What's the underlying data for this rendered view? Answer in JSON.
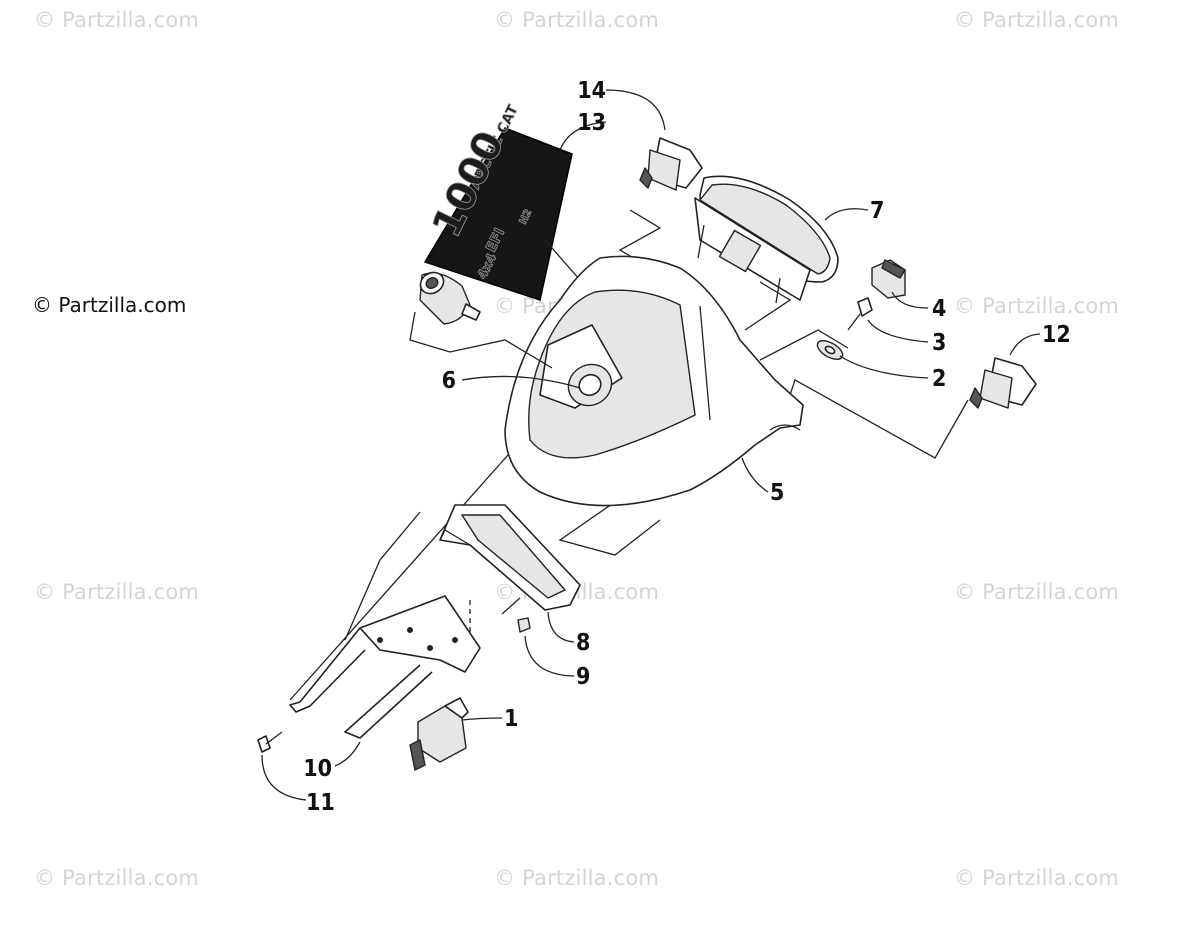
{
  "watermark": {
    "text": "© Partzilla.com"
  },
  "copyright": {
    "text": "© Partzilla.com"
  },
  "decal": {
    "brand": "ARCTIC CAT",
    "model": "1000",
    "sub": "H2",
    "efi": "EFI",
    "drive": "4x4"
  },
  "callouts": [
    {
      "id": "1",
      "label": "1"
    },
    {
      "id": "2",
      "label": "2"
    },
    {
      "id": "3",
      "label": "3"
    },
    {
      "id": "4",
      "label": "4"
    },
    {
      "id": "5",
      "label": "5"
    },
    {
      "id": "6",
      "label": "6"
    },
    {
      "id": "7",
      "label": "7"
    },
    {
      "id": "8",
      "label": "8"
    },
    {
      "id": "9",
      "label": "9"
    },
    {
      "id": "10",
      "label": "10"
    },
    {
      "id": "11",
      "label": "11"
    },
    {
      "id": "12",
      "label": "12"
    },
    {
      "id": "13",
      "label": "13"
    },
    {
      "id": "14",
      "label": "14"
    }
  ]
}
